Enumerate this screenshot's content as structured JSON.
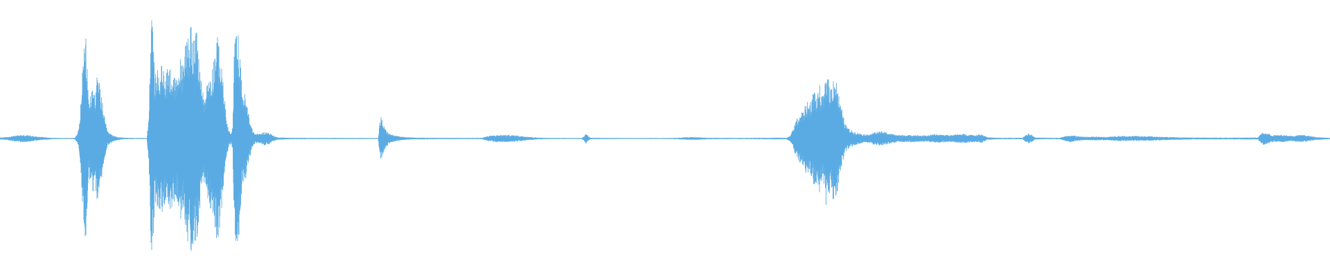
{
  "waveform": {
    "color": "#5aabe3",
    "max_amplitude": 1.0,
    "envelope": [
      [
        0,
        0.008
      ],
      [
        10,
        0.012
      ],
      [
        20,
        0.022
      ],
      [
        30,
        0.03
      ],
      [
        40,
        0.028
      ],
      [
        50,
        0.02
      ],
      [
        62,
        0.012
      ],
      [
        75,
        0.006
      ],
      [
        90,
        0.004
      ],
      [
        100,
        0.004
      ],
      [
        108,
        0.006
      ],
      [
        112,
        0.04
      ],
      [
        115,
        0.14
      ],
      [
        118,
        0.45
      ],
      [
        120,
        0.62
      ],
      [
        122,
        0.8
      ],
      [
        124,
        0.82
      ],
      [
        126,
        0.6
      ],
      [
        128,
        0.3
      ],
      [
        130,
        0.35
      ],
      [
        134,
        0.45
      ],
      [
        137,
        0.38
      ],
      [
        140,
        0.5
      ],
      [
        143,
        0.48
      ],
      [
        146,
        0.38
      ],
      [
        150,
        0.2
      ],
      [
        155,
        0.06
      ],
      [
        162,
        0.028
      ],
      [
        170,
        0.012
      ],
      [
        180,
        0.006
      ],
      [
        200,
        0.004
      ],
      [
        212,
        0.004
      ],
      [
        215,
        0.2
      ],
      [
        217,
        0.78
      ],
      [
        219,
        0.96
      ],
      [
        221,
        0.92
      ],
      [
        223,
        0.55
      ],
      [
        226,
        0.55
      ],
      [
        230,
        0.58
      ],
      [
        234,
        0.6
      ],
      [
        238,
        0.55
      ],
      [
        242,
        0.6
      ],
      [
        246,
        0.6
      ],
      [
        250,
        0.55
      ],
      [
        253,
        0.48
      ],
      [
        256,
        0.5
      ],
      [
        259,
        0.62
      ],
      [
        262,
        0.7
      ],
      [
        264,
        0.52
      ],
      [
        268,
        0.88
      ],
      [
        270,
        0.95
      ],
      [
        272,
        0.82
      ],
      [
        275,
        0.95
      ],
      [
        278,
        0.93
      ],
      [
        281,
        0.85
      ],
      [
        284,
        0.86
      ],
      [
        286,
        0.7
      ],
      [
        289,
        0.6
      ],
      [
        292,
        0.4
      ],
      [
        296,
        0.35
      ],
      [
        300,
        0.5
      ],
      [
        303,
        0.55
      ],
      [
        307,
        0.6
      ],
      [
        310,
        0.74
      ],
      [
        313,
        0.84
      ],
      [
        316,
        0.8
      ],
      [
        319,
        0.6
      ],
      [
        322,
        0.52
      ],
      [
        326,
        0.2
      ],
      [
        330,
        0.07
      ],
      [
        334,
        0.04
      ],
      [
        336,
        0.1
      ],
      [
        338,
        0.72
      ],
      [
        340,
        0.85
      ],
      [
        342,
        0.88
      ],
      [
        344,
        0.86
      ],
      [
        347,
        0.62
      ],
      [
        350,
        0.4
      ],
      [
        353,
        0.38
      ],
      [
        356,
        0.3
      ],
      [
        360,
        0.18
      ],
      [
        364,
        0.08
      ],
      [
        368,
        0.04
      ],
      [
        372,
        0.038
      ],
      [
        376,
        0.042
      ],
      [
        382,
        0.055
      ],
      [
        388,
        0.05
      ],
      [
        393,
        0.03
      ],
      [
        400,
        0.01
      ],
      [
        420,
        0.006
      ],
      [
        460,
        0.005
      ],
      [
        500,
        0.005
      ],
      [
        540,
        0.004
      ],
      [
        546,
        0.004
      ],
      [
        548,
        0.12
      ],
      [
        550,
        0.18
      ],
      [
        552,
        0.14
      ],
      [
        556,
        0.08
      ],
      [
        562,
        0.04
      ],
      [
        570,
        0.025
      ],
      [
        580,
        0.014
      ],
      [
        595,
        0.008
      ],
      [
        620,
        0.006
      ],
      [
        680,
        0.005
      ],
      [
        696,
        0.006
      ],
      [
        700,
        0.014
      ],
      [
        706,
        0.022
      ],
      [
        715,
        0.028
      ],
      [
        725,
        0.03
      ],
      [
        735,
        0.03
      ],
      [
        745,
        0.026
      ],
      [
        755,
        0.02
      ],
      [
        765,
        0.014
      ],
      [
        775,
        0.008
      ],
      [
        790,
        0.005
      ],
      [
        830,
        0.004
      ],
      [
        840,
        0.004
      ],
      [
        844,
        0.025
      ],
      [
        846,
        0.05
      ],
      [
        848,
        0.03
      ],
      [
        852,
        0.006
      ],
      [
        900,
        0.004
      ],
      [
        960,
        0.004
      ],
      [
        980,
        0.006
      ],
      [
        990,
        0.01
      ],
      [
        1000,
        0.012
      ],
      [
        1010,
        0.01
      ],
      [
        1020,
        0.006
      ],
      [
        1060,
        0.005
      ],
      [
        1100,
        0.006
      ],
      [
        1125,
        0.007
      ],
      [
        1135,
        0.006
      ],
      [
        1140,
        0.02
      ],
      [
        1143,
        0.05
      ],
      [
        1146,
        0.1
      ],
      [
        1150,
        0.16
      ],
      [
        1155,
        0.2
      ],
      [
        1160,
        0.24
      ],
      [
        1165,
        0.3
      ],
      [
        1168,
        0.28
      ],
      [
        1172,
        0.35
      ],
      [
        1176,
        0.4
      ],
      [
        1180,
        0.34
      ],
      [
        1183,
        0.45
      ],
      [
        1186,
        0.34
      ],
      [
        1190,
        0.38
      ],
      [
        1193,
        0.6
      ],
      [
        1196,
        0.48
      ],
      [
        1199,
        0.42
      ],
      [
        1202,
        0.5
      ],
      [
        1205,
        0.55
      ],
      [
        1208,
        0.46
      ],
      [
        1212,
        0.32
      ],
      [
        1216,
        0.22
      ],
      [
        1220,
        0.12
      ],
      [
        1226,
        0.08
      ],
      [
        1232,
        0.06
      ],
      [
        1238,
        0.05
      ],
      [
        1244,
        0.04
      ],
      [
        1250,
        0.032
      ],
      [
        1256,
        0.04
      ],
      [
        1262,
        0.05
      ],
      [
        1268,
        0.058
      ],
      [
        1274,
        0.058
      ],
      [
        1280,
        0.05
      ],
      [
        1286,
        0.04
      ],
      [
        1292,
        0.034
      ],
      [
        1300,
        0.03
      ],
      [
        1310,
        0.028
      ],
      [
        1320,
        0.03
      ],
      [
        1330,
        0.025
      ],
      [
        1340,
        0.028
      ],
      [
        1350,
        0.035
      ],
      [
        1360,
        0.033
      ],
      [
        1370,
        0.028
      ],
      [
        1380,
        0.035
      ],
      [
        1390,
        0.038
      ],
      [
        1400,
        0.034
      ],
      [
        1410,
        0.028
      ],
      [
        1416,
        0.04
      ],
      [
        1420,
        0.028
      ],
      [
        1426,
        0.01
      ],
      [
        1440,
        0.006
      ],
      [
        1476,
        0.006
      ],
      [
        1480,
        0.028
      ],
      [
        1485,
        0.04
      ],
      [
        1490,
        0.03
      ],
      [
        1494,
        0.008
      ],
      [
        1510,
        0.006
      ],
      [
        1530,
        0.006
      ],
      [
        1538,
        0.02
      ],
      [
        1545,
        0.03
      ],
      [
        1552,
        0.024
      ],
      [
        1560,
        0.016
      ],
      [
        1570,
        0.014
      ],
      [
        1580,
        0.016
      ],
      [
        1590,
        0.014
      ],
      [
        1600,
        0.015
      ],
      [
        1610,
        0.02
      ],
      [
        1620,
        0.022
      ],
      [
        1630,
        0.02
      ],
      [
        1640,
        0.022
      ],
      [
        1650,
        0.018
      ],
      [
        1660,
        0.02
      ],
      [
        1670,
        0.016
      ],
      [
        1680,
        0.014
      ],
      [
        1690,
        0.012
      ],
      [
        1700,
        0.01
      ],
      [
        1720,
        0.008
      ],
      [
        1760,
        0.007
      ],
      [
        1800,
        0.008
      ],
      [
        1816,
        0.008
      ],
      [
        1820,
        0.04
      ],
      [
        1824,
        0.052
      ],
      [
        1830,
        0.042
      ],
      [
        1836,
        0.03
      ],
      [
        1842,
        0.028
      ],
      [
        1850,
        0.03
      ],
      [
        1858,
        0.026
      ],
      [
        1866,
        0.022
      ],
      [
        1874,
        0.028
      ],
      [
        1882,
        0.03
      ],
      [
        1890,
        0.022
      ],
      [
        1898,
        0.014
      ],
      [
        1906,
        0.01
      ],
      [
        1920,
        0.006
      ]
    ]
  }
}
